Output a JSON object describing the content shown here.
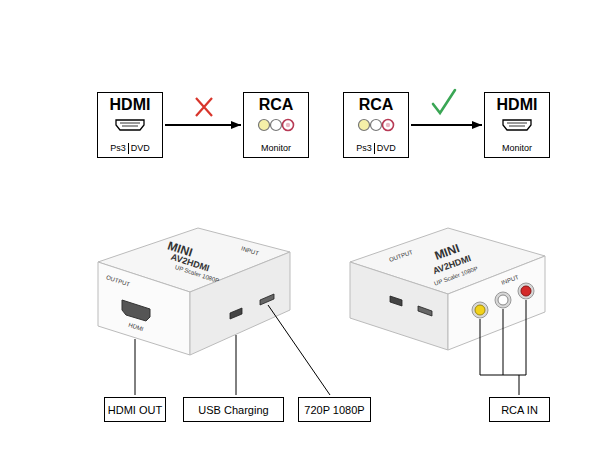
{
  "diagram": {
    "nodes": [
      {
        "text": [
          "HDMI",
          "Ps3",
          "DVD"
        ]
      },
      {
        "text": [
          "RCA",
          "Monitor"
        ]
      },
      {
        "text": [
          "RCA",
          "Ps3",
          "DVD"
        ]
      },
      {
        "text": [
          "HDMI",
          "Monitor"
        ]
      },
      {
        "text": [
          "HDMI OUT"
        ]
      },
      {
        "text": [
          "USB Charging"
        ]
      },
      {
        "text": [
          "720P 1080P"
        ]
      },
      {
        "text": [
          "RCA IN"
        ]
      }
    ],
    "edges": [
      {
        "from": 0,
        "to": 1,
        "arrow": "to"
      },
      {
        "from": 2,
        "to": 3,
        "arrow": "to"
      }
    ],
    "labels": [
      "MINI",
      "AV2HDMI",
      "UP Scaler 1080P",
      "OUTPUT",
      "INPUT",
      "HDMI",
      "MINI",
      "AV2HDMI",
      "UP Scaler 1080P",
      "OUTPUT",
      "INPUT"
    ]
  }
}
